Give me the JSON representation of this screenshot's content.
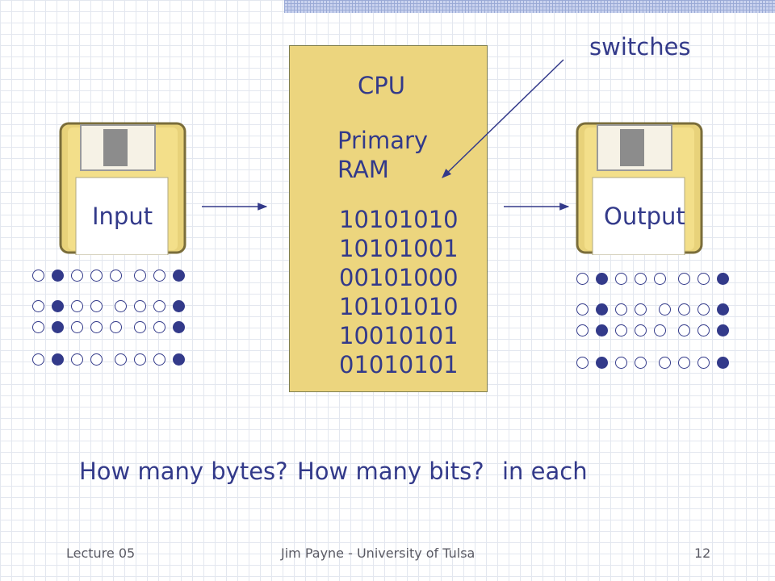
{
  "slide": {
    "cpu_label": "CPU",
    "primary_line1": "Primary",
    "primary_line2": "RAM",
    "memory_bytes": [
      "10101010",
      "10101001",
      "00101000",
      "10101010",
      "10010101",
      "01010101"
    ],
    "switches_label": "switches",
    "input_label": "Input",
    "output_label": "Output",
    "question1": "How many bytes?",
    "question2": "How many bits?",
    "question3": "in each"
  },
  "footer": {
    "left": "Lecture 05",
    "center": "Jim Payne - University of Tulsa",
    "page_number": "12"
  },
  "bit_rows": [
    [
      0,
      1,
      0,
      0,
      0,
      0,
      0,
      1
    ],
    [
      0,
      1,
      0,
      0,
      0,
      0,
      0,
      1
    ],
    [
      0,
      1,
      0,
      0,
      0,
      0,
      0,
      1
    ],
    [
      0,
      1,
      0,
      0,
      0,
      0,
      0,
      1
    ]
  ],
  "colors": {
    "text": "#333a8a",
    "cpu_fill": "#ecd57e",
    "disk_body": "#f3df8a",
    "disk_shutter": "#8c8c8c"
  },
  "icons": [
    "floppy-disk-icon",
    "arrow-icon"
  ]
}
